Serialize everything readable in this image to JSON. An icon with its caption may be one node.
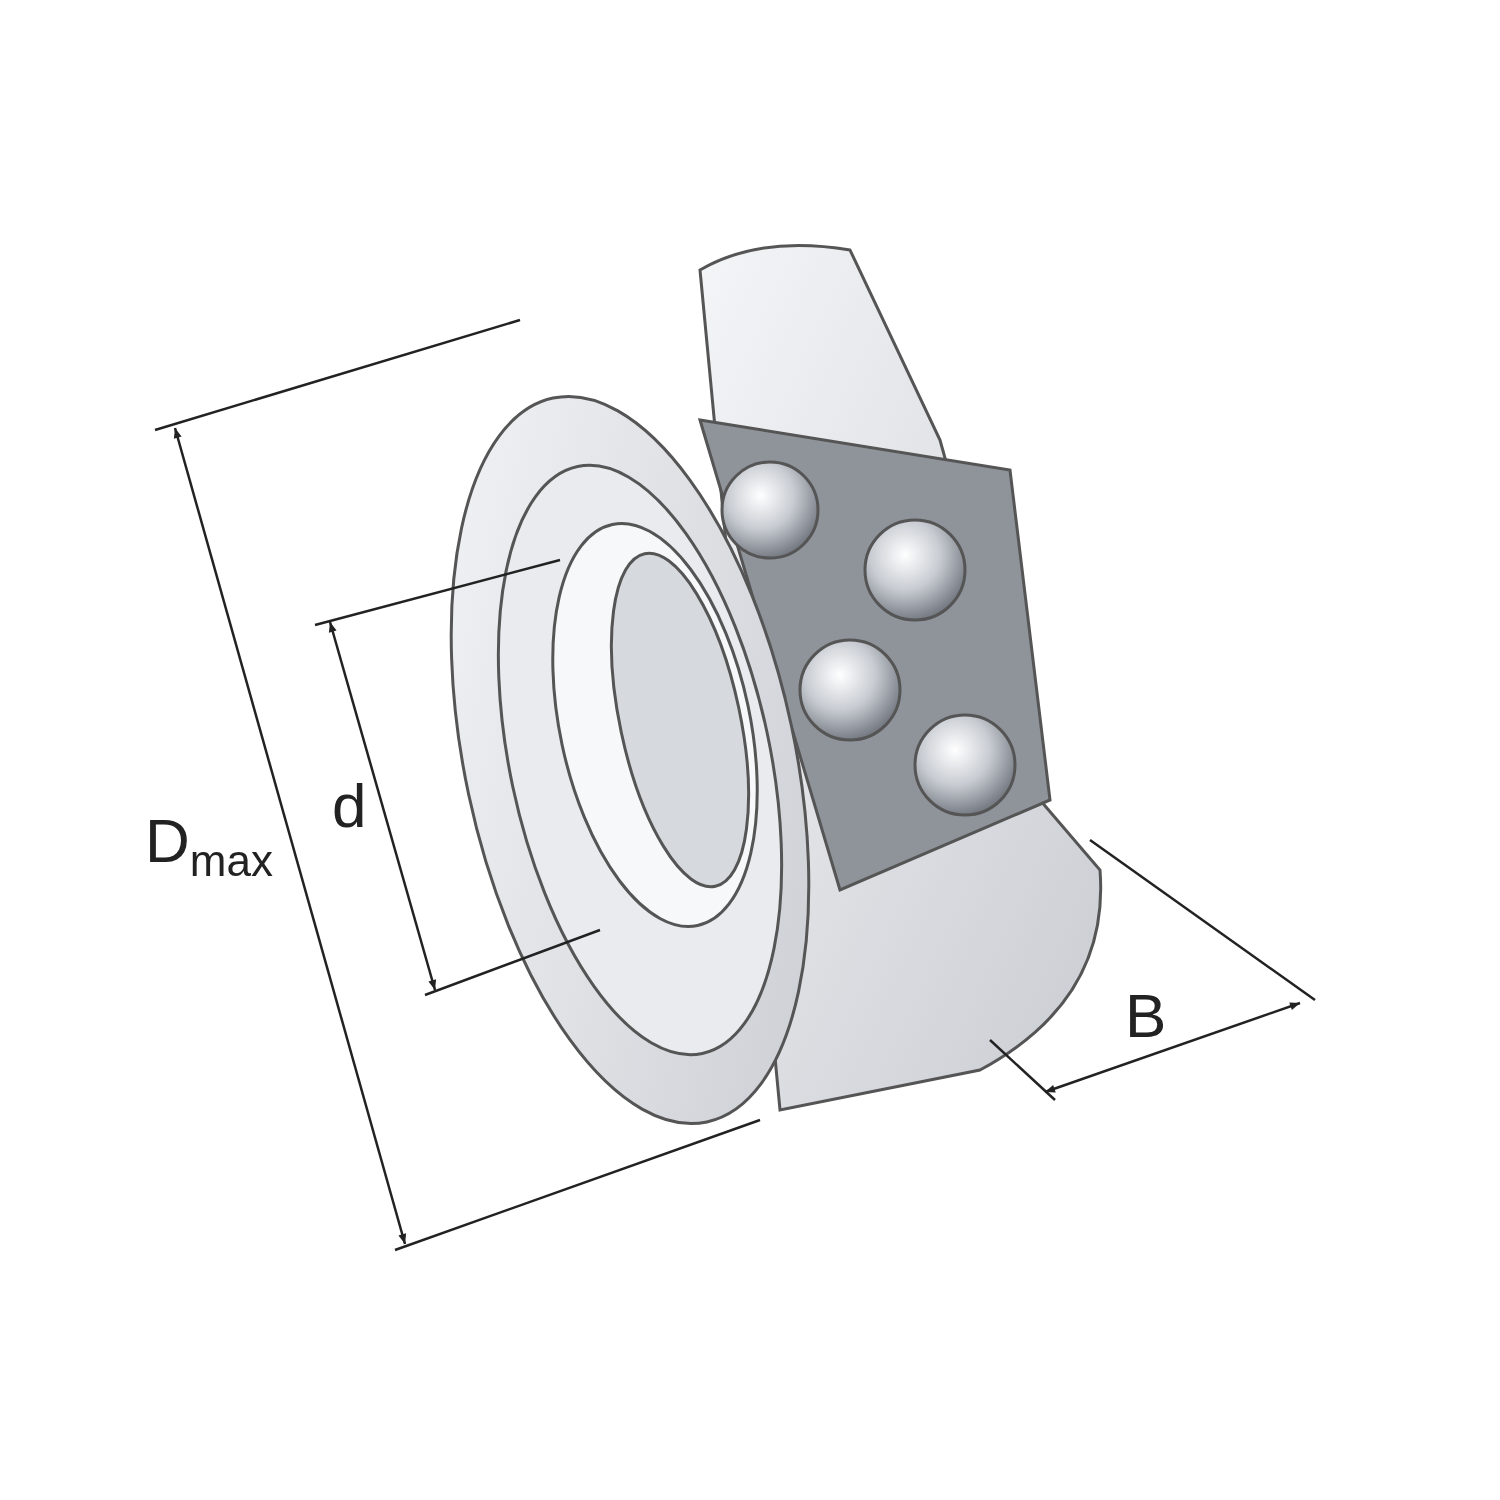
{
  "diagram": {
    "labels": [
      "D$_{max}$",
      "d",
      "B"
    ]
  }
}
